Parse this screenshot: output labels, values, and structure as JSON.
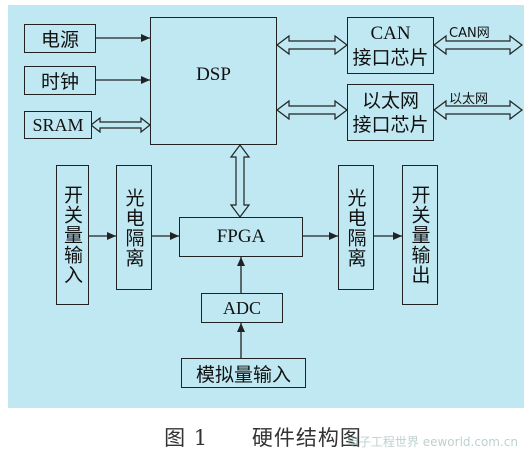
{
  "diagram": {
    "blocks": {
      "power": "电源",
      "clock": "时钟",
      "sram": "SRAM",
      "dsp": "DSP",
      "can_line1": "CAN",
      "can_line2": "接口芯片",
      "eth_line1": "以太网",
      "eth_line2": "接口芯片",
      "switch_in": "开关量输入",
      "opto_left": "光电隔离",
      "fpga": "FPGA",
      "opto_right": "光电隔离",
      "switch_out": "开关量输出",
      "adc": "ADC",
      "analog_in": "模拟量输入"
    },
    "external_labels": {
      "can_net": "CAN网",
      "ethernet": "以太网"
    }
  },
  "caption": {
    "figure": "图 1",
    "title": "硬件结构图"
  },
  "watermark": {
    "text": "电子工程世界 eeworld.com.cn"
  },
  "colors": {
    "background": "#bfe8f2",
    "line": "#222222"
  }
}
